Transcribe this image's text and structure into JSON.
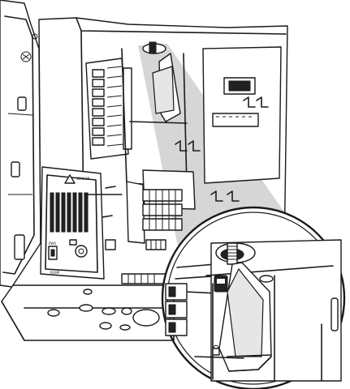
{
  "figure": {
    "panel_labels": [
      "SENSOR",
      "PWR",
      "PUMP"
    ],
    "icons": [
      "warning-triangle-icon",
      "latch-icon",
      "lock-icon"
    ],
    "colors": {
      "line": "#1a1a1a",
      "highlight_beam": "#c8c8c8",
      "fill": "#ffffff"
    }
  }
}
